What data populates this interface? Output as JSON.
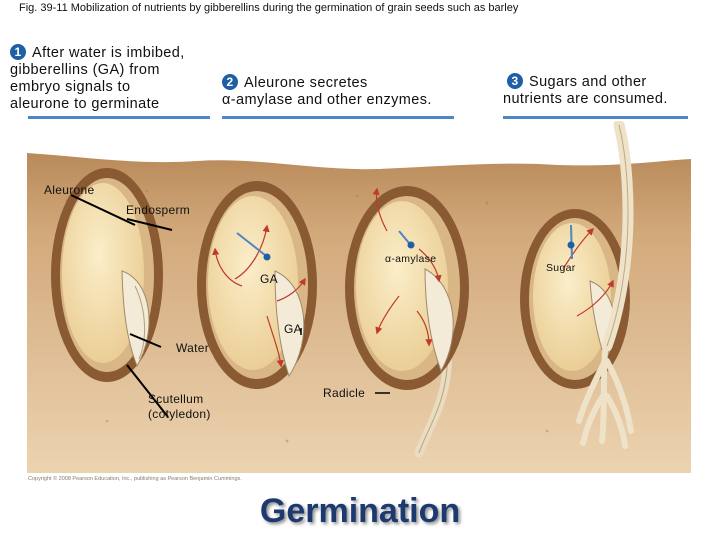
{
  "caption": "Fig. 39-11 Mobilization of nutrients by gibberellins during the germination of grain seeds such as barley",
  "steps": [
    {
      "number": "1",
      "lines": [
        "After water is imbibed,",
        "gibberellins (GA) from",
        "embryo signals to",
        "aleurone to germinate"
      ]
    },
    {
      "number": "2",
      "lines": [
        "Aleurone secretes",
        "α-amylase and other enzymes."
      ]
    },
    {
      "number": "3",
      "lines": [
        "Sugars and other",
        "nutrients are consumed."
      ]
    }
  ],
  "labels": {
    "aleurone": "Aleurone",
    "endosperm": "Endosperm",
    "ga1": "GA",
    "ga2": "GA",
    "water": "Water",
    "scutellum": [
      "Scutellum",
      "(cotyledon)"
    ],
    "radicle": "Radicle",
    "amylase": "α-amylase",
    "sugar": "Sugar"
  },
  "copyright": "Copyright © 2008 Pearson Education, Inc., publishing as Pearson Benjamin Cummings.",
  "footer_title": "Germination",
  "colors": {
    "accent_blue": "#1f5fa5",
    "soil": "#c79a68",
    "seed_coat": "#8a5a32",
    "endosperm": "#f1d9a6",
    "arrow_red": "#c0392b",
    "title_blue": "#1d3a70"
  }
}
